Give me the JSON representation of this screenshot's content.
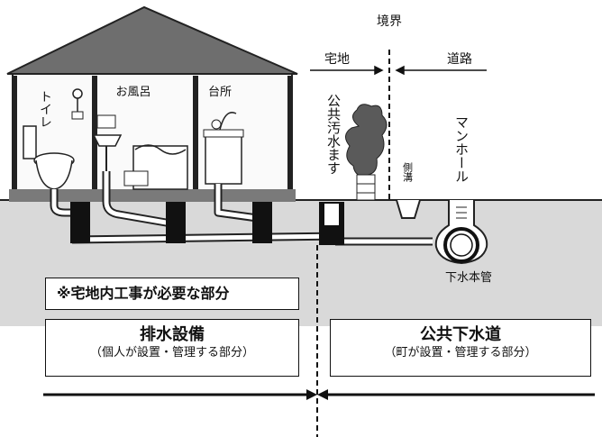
{
  "labels": {
    "boundary": "境界",
    "private_land": "宅地",
    "road": "道路",
    "toilet": "トイレ",
    "bath": "お風呂",
    "kitchen": "台所",
    "public_basin": "公共汚水ます",
    "side_gutter": "側溝",
    "manhole": "マンホール",
    "main_pipe": "下水本管"
  },
  "note": "※宅地内工事が必要な部分",
  "left_box": {
    "title": "排水設備",
    "subtitle": "（個人が設置・管理する部分）"
  },
  "right_box": {
    "title": "公共下水道",
    "subtitle": "（町が設置・管理する部分）"
  }
}
